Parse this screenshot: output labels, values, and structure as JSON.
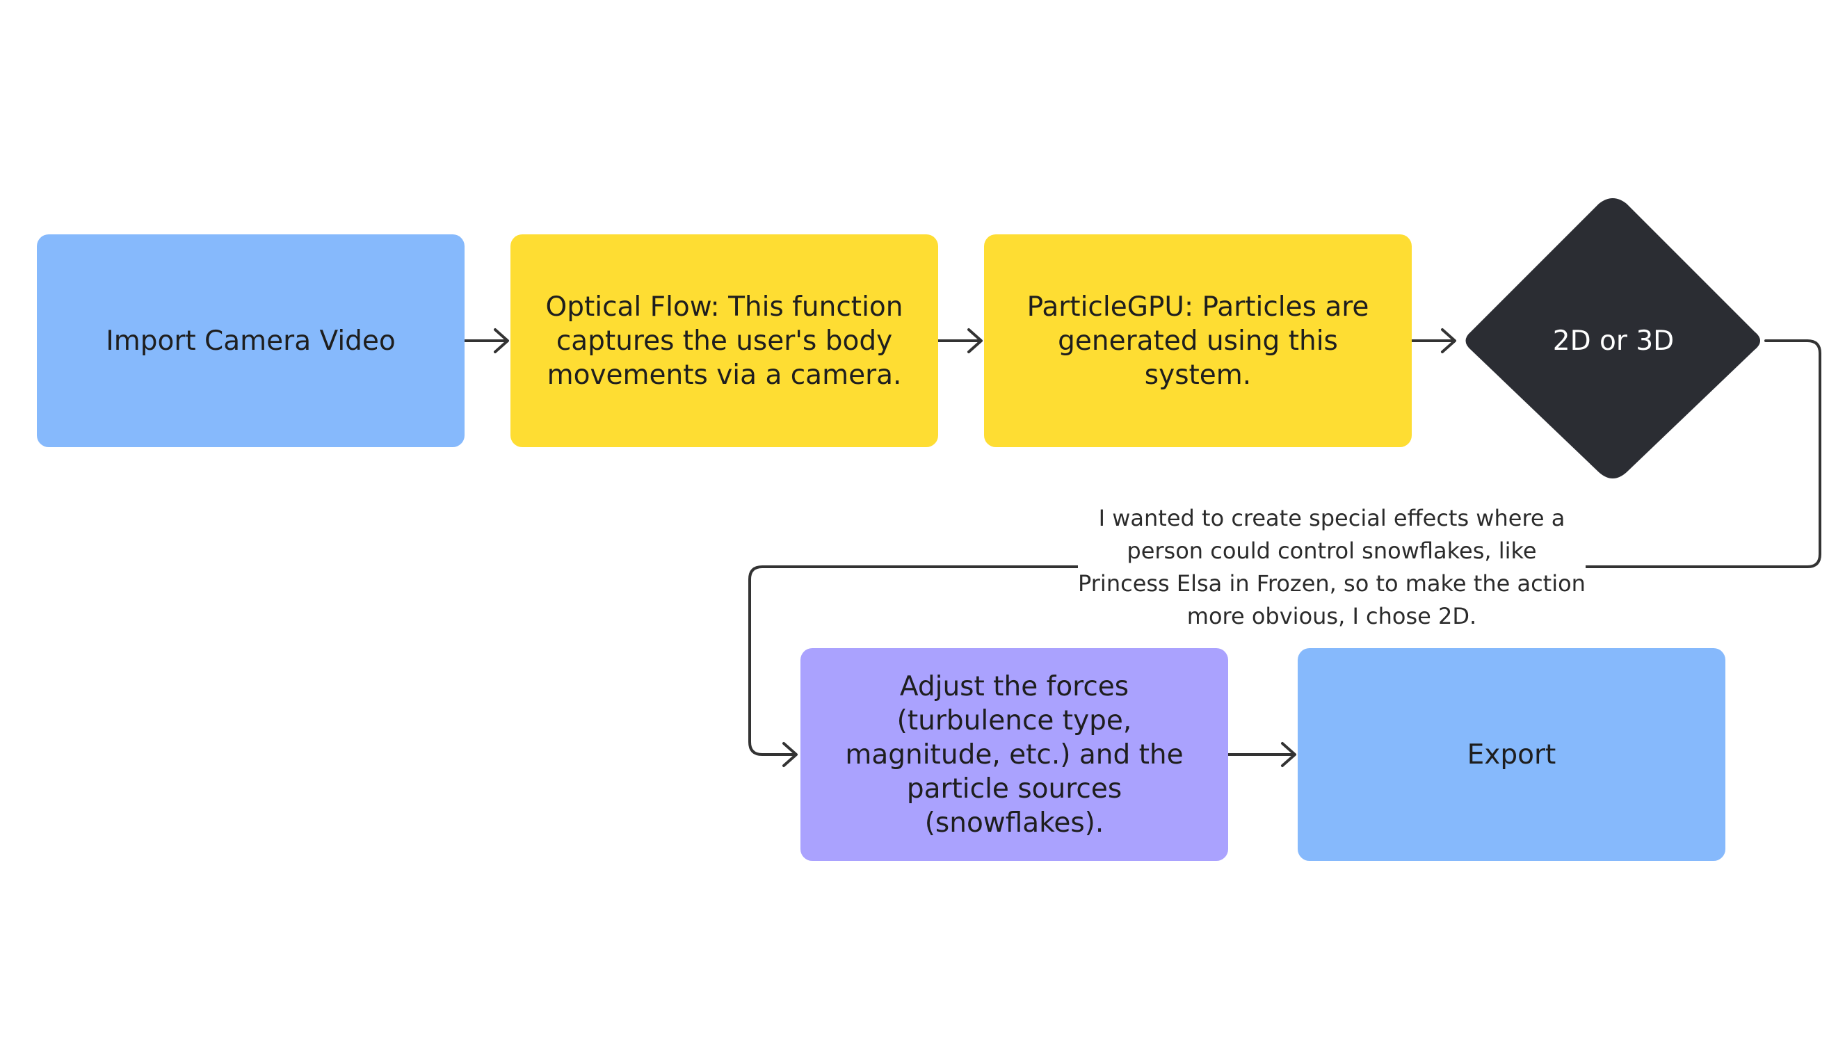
{
  "nodes": {
    "import_video": {
      "label": "Import Camera Video",
      "color": "#86b9fc"
    },
    "optical_flow": {
      "label": "Optical Flow: This function captures the user's body movements via a camera.",
      "color": "#fedd33"
    },
    "particle_gpu": {
      "label": "ParticleGPU: Particles are generated using this system.",
      "color": "#fedd33"
    },
    "decision": {
      "label": "2D or 3D",
      "color": "#2b2d33"
    },
    "adjust_forces": {
      "label": "Adjust the forces (turbulence type, magnitude, etc.) and the particle sources (snowflakes).",
      "color": "#aaa2fe"
    },
    "export": {
      "label": "Export",
      "color": "#86b9fc"
    }
  },
  "edge_note": "I wanted to create special effects where a person could control snowflakes, like Princess Elsa in Frozen, so to make the action more obvious, I chose 2D.",
  "connector_color": "#333333"
}
